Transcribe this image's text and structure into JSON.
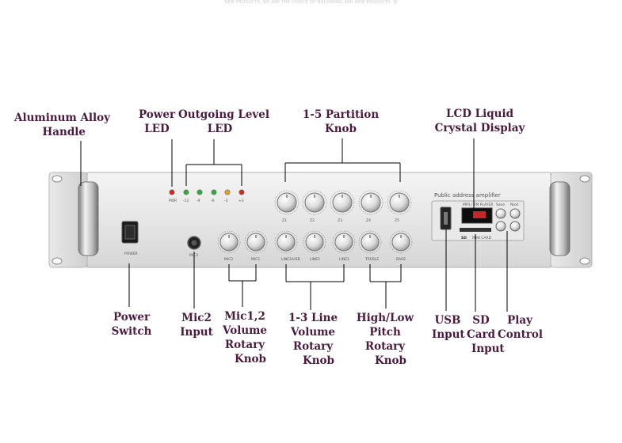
{
  "header_text": "NEW PRODUCTS. WE ARE THE CHOICE OF MACHINING AND NEW PRODUCTS. W",
  "callouts": {
    "handle": [
      "Aluminum Alloy",
      "Handle"
    ],
    "power_led": [
      "Power",
      "LED"
    ],
    "outgoing_led": [
      "Outgoing Level",
      "LED"
    ],
    "partition_knob": [
      "1-5 Partition",
      "Knob"
    ],
    "lcd": [
      "LCD Liquid",
      "Crystal Display"
    ],
    "power_switch": [
      "Power",
      "Switch"
    ],
    "mic2_input": [
      "Mic2",
      "Input"
    ],
    "mic_volume": [
      "Mic1,2",
      "Volume",
      "Rotary",
      "Knob"
    ],
    "line_volume": [
      "1-3 Line",
      "Volume",
      "Rotary",
      "Knob"
    ],
    "pitch": [
      "High/Low",
      "Pitch",
      "Rotary",
      "Knob"
    ],
    "usb": [
      "USB",
      "Input"
    ],
    "sd": [
      "SD",
      "Card",
      "Input"
    ],
    "play": [
      "Play",
      "Control"
    ]
  },
  "panel": {
    "title": "Public address amplifier",
    "power_label": "POWER",
    "mic2_label": "MIC2",
    "led_labels": [
      "PWR",
      "-12",
      "-9",
      "-6",
      "-3",
      "+3"
    ],
    "led_colors": [
      "#d02a1e",
      "#2faa3a",
      "#2faa3a",
      "#2faa3a",
      "#e0a01c",
      "#d02a1e"
    ],
    "zone_labels": [
      "Z1",
      "Z2",
      "Z3",
      "Z4",
      "Z5"
    ],
    "lower_knob_labels": [
      "MIC2",
      "MIC1",
      "LINE3/USB",
      "LINE2",
      "LINE1",
      "TREBLE",
      "BASS"
    ],
    "lcd_label": "MP3 / FM PLAYER",
    "sd_label": "MINI CARD",
    "play_labels": [
      "Save",
      "Next"
    ]
  }
}
